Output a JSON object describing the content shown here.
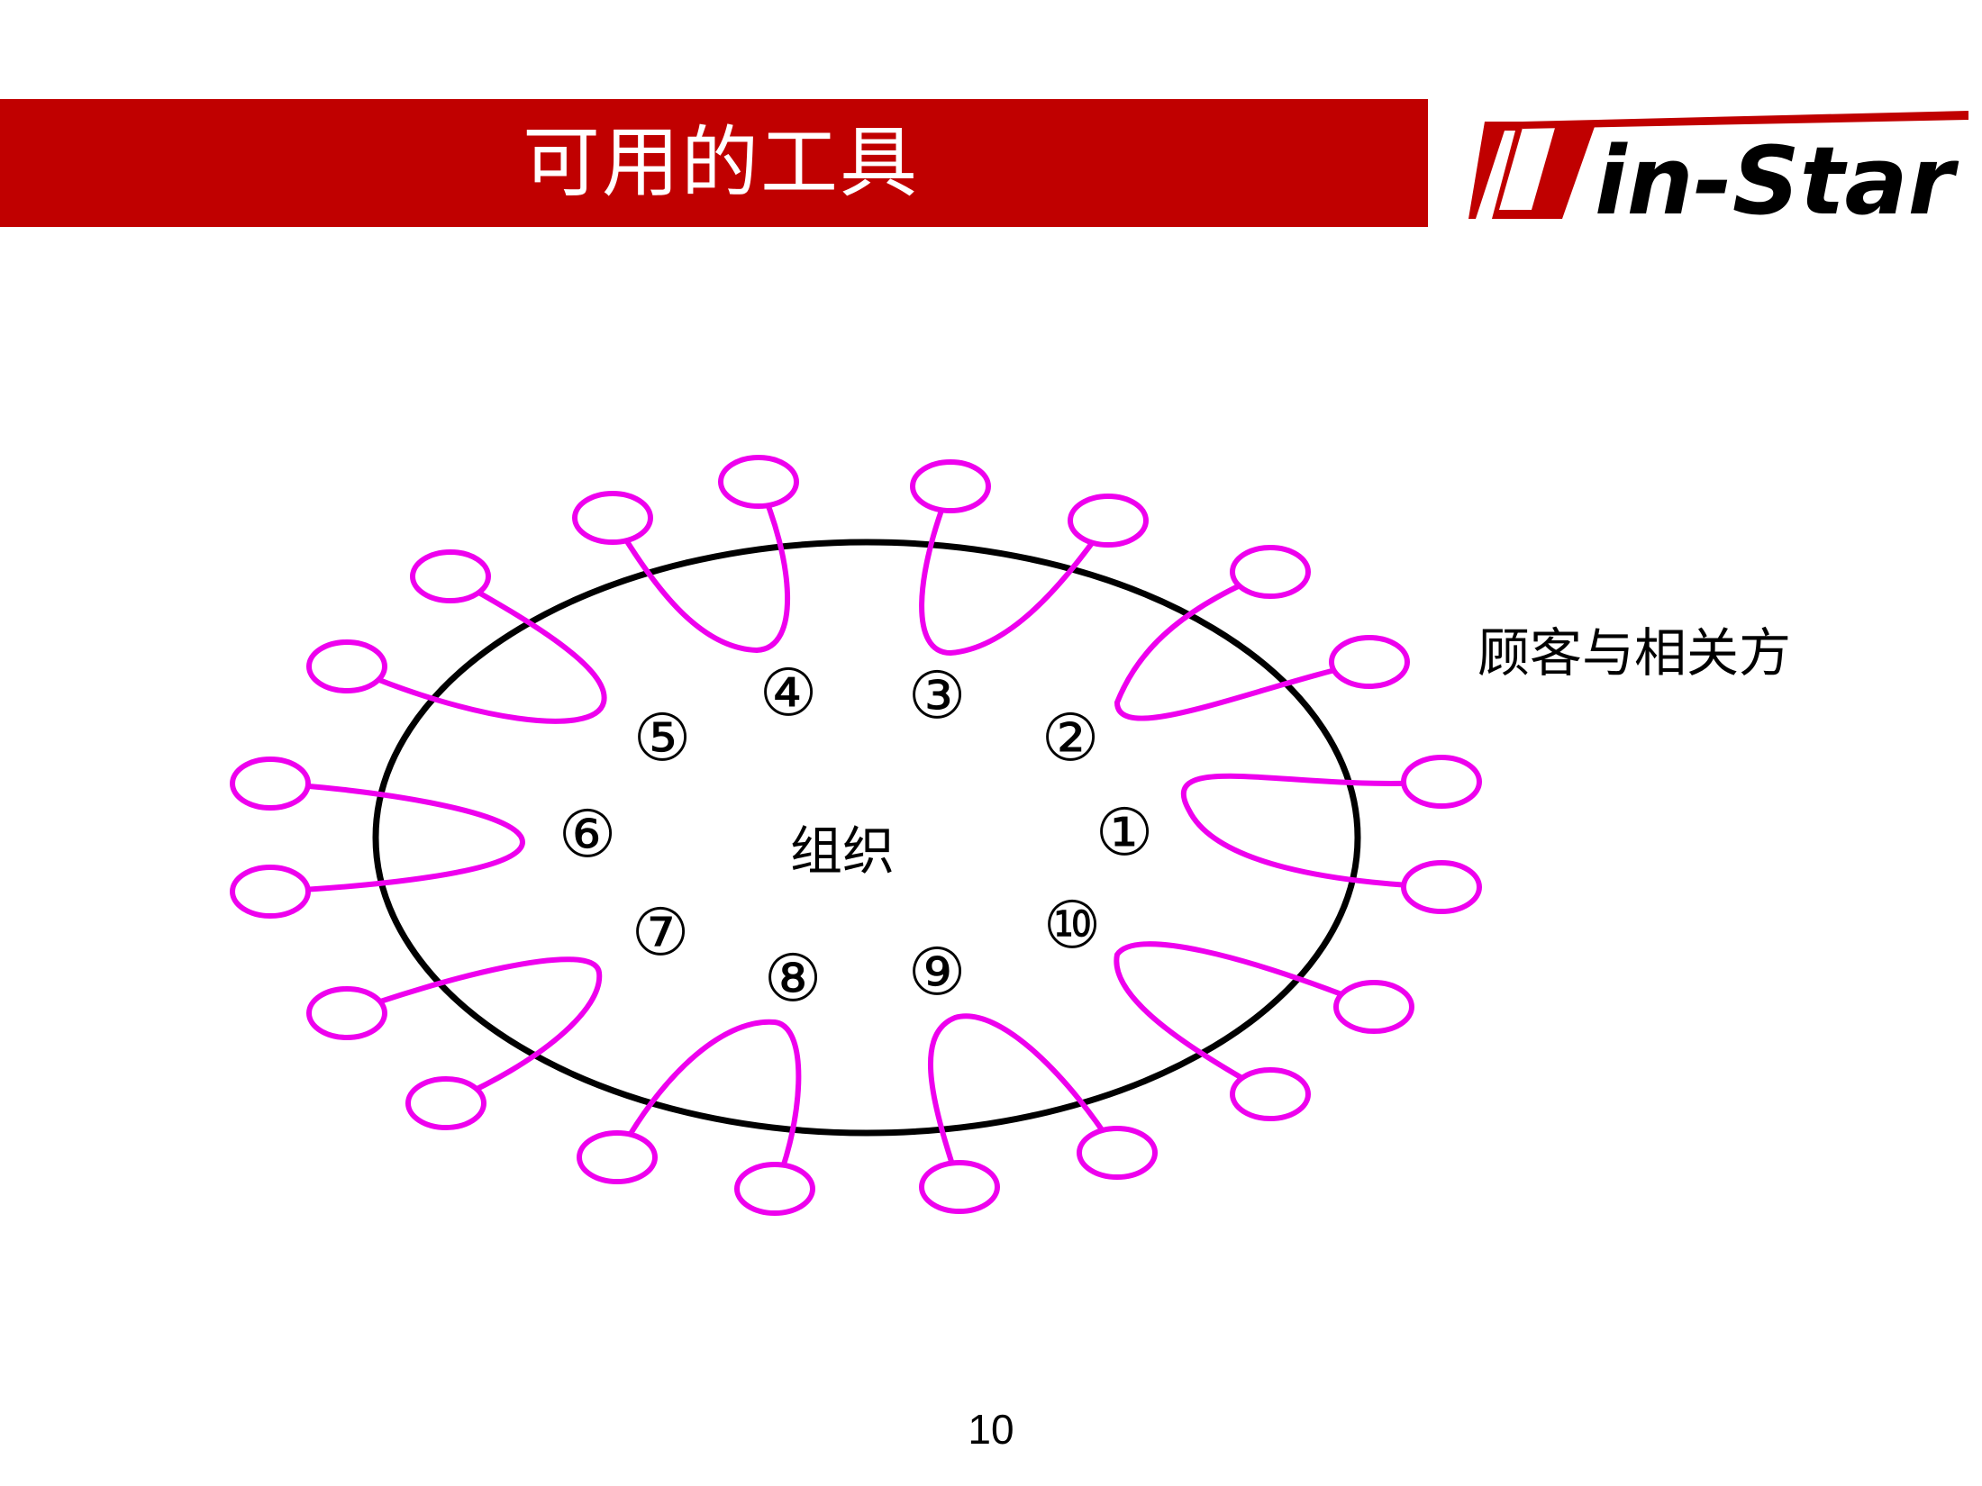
{
  "header": {
    "title": "可用的工具"
  },
  "logo": {
    "text": "in-Star",
    "brand_color": "#c00000"
  },
  "diagram": {
    "center_label": "组织",
    "side_label": "顾客与相关方",
    "numbers": [
      "①",
      "②",
      "③",
      "④",
      "⑤",
      "⑥",
      "⑦",
      "⑧",
      "⑨",
      "⑩"
    ],
    "loop_color": "#ee00ee",
    "ellipse_color": "#000000"
  },
  "footer": {
    "page_number": "10"
  },
  "colors": {
    "title_bar": "#c00000",
    "background": "#ffffff"
  }
}
